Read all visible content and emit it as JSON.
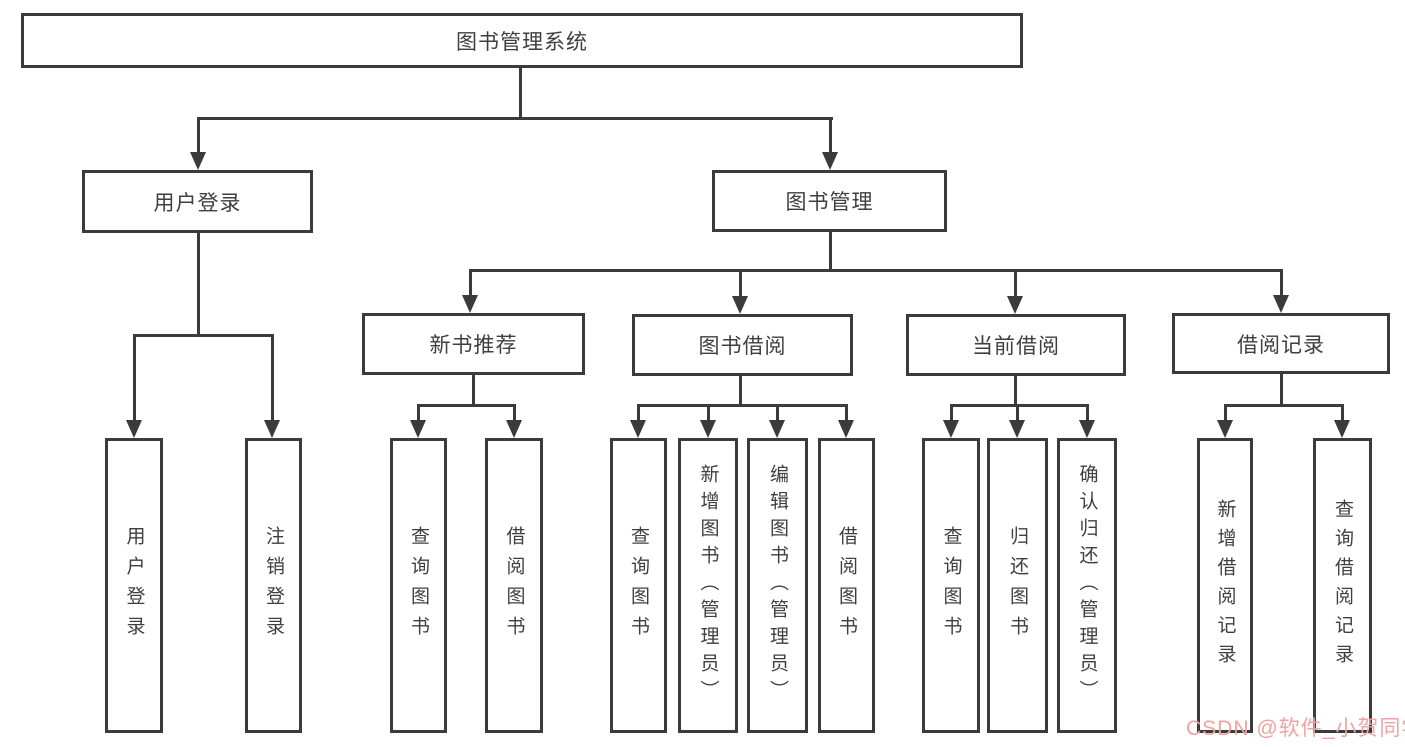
{
  "diagram": {
    "title": "图书管理系统",
    "type": "hierarchy-diagram",
    "root": {
      "label": "图书管理系统"
    },
    "level2": [
      {
        "label": "用户登录"
      },
      {
        "label": "图书管理"
      }
    ],
    "level3": [
      {
        "label": "新书推荐",
        "parent": "图书管理"
      },
      {
        "label": "图书借阅",
        "parent": "图书管理"
      },
      {
        "label": "当前借阅",
        "parent": "图书管理"
      },
      {
        "label": "借阅记录",
        "parent": "图书管理"
      }
    ],
    "leaves": [
      {
        "label": "用户登录",
        "parent": "用户登录"
      },
      {
        "label": "注销登录",
        "parent": "用户登录"
      },
      {
        "label": "查询图书",
        "parent": "新书推荐"
      },
      {
        "label": "借阅图书",
        "parent": "新书推荐"
      },
      {
        "label": "查询图书",
        "parent": "图书借阅"
      },
      {
        "label": "新增图书（管理员）",
        "parent": "图书借阅"
      },
      {
        "label": "编辑图书（管理员）",
        "parent": "图书借阅"
      },
      {
        "label": "借阅图书",
        "parent": "图书借阅"
      },
      {
        "label": "查询图书",
        "parent": "当前借阅"
      },
      {
        "label": "归还图书",
        "parent": "当前借阅"
      },
      {
        "label": "确认归还（管理员）",
        "parent": "当前借阅"
      },
      {
        "label": "新增借阅记录",
        "parent": "借阅记录"
      },
      {
        "label": "查询借阅记录",
        "parent": "借阅记录"
      }
    ],
    "watermark": {
      "text": "CSDN @软件_小贺同学",
      "color": "#efa3a1"
    },
    "colors": {
      "line": "#3b3b3b",
      "text": "#3f3f3f",
      "background": "#ffffff"
    }
  }
}
